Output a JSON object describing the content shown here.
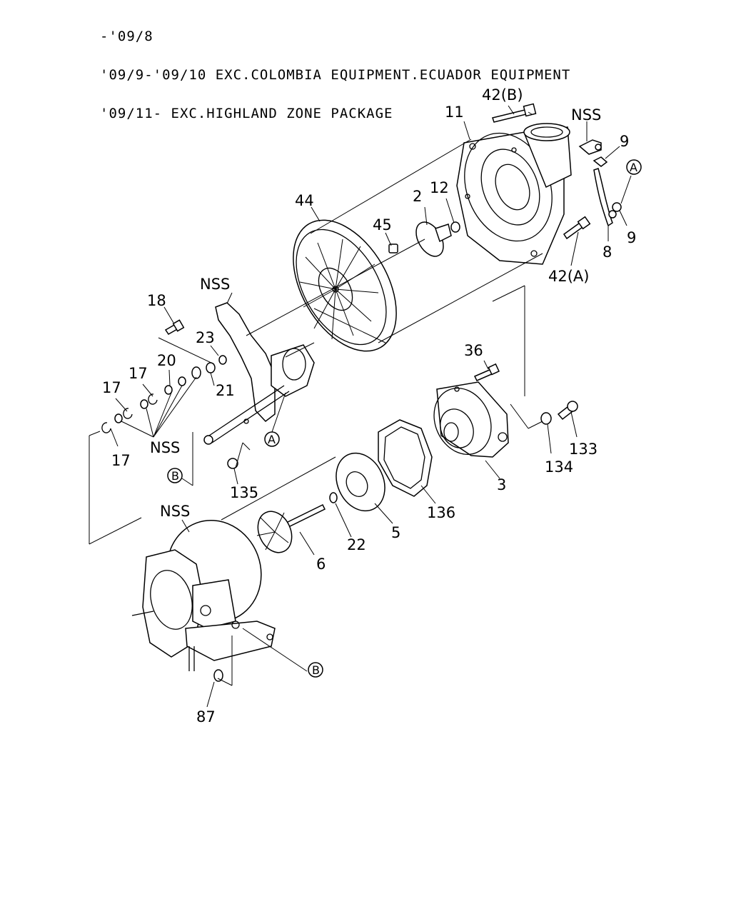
{
  "header": {
    "line1": "-'09/8",
    "line2": "'09/9-'09/10 EXC.COLOMBIA EQUIPMENT.ECUADOR EQUIPMENT",
    "line3": "'09/11- EXC.HIGHLAND ZONE PACKAGE"
  },
  "labels": {
    "l42b": "42(B)",
    "l11": "11",
    "nss_top": "NSS",
    "l9a": "9",
    "ref_a1": "A",
    "l44": "44",
    "l2": "2",
    "l12": "12",
    "l45": "45",
    "l8": "8",
    "l9b": "9",
    "l42a": "42(A)",
    "nss_bracket": "NSS",
    "l18": "18",
    "l23": "23",
    "l20": "20",
    "l17a": "17",
    "l17b": "17",
    "l21": "21",
    "nss_washers": "NSS",
    "l17c": "17",
    "ref_a2": "A",
    "ref_b1": "B",
    "l135": "135",
    "l36": "36",
    "l134": "134",
    "l133": "133",
    "l3": "3",
    "l136": "136",
    "l5": "5",
    "l22": "22",
    "nss_housing": "NSS",
    "l6": "6",
    "ref_b2": "B",
    "l87": "87"
  }
}
